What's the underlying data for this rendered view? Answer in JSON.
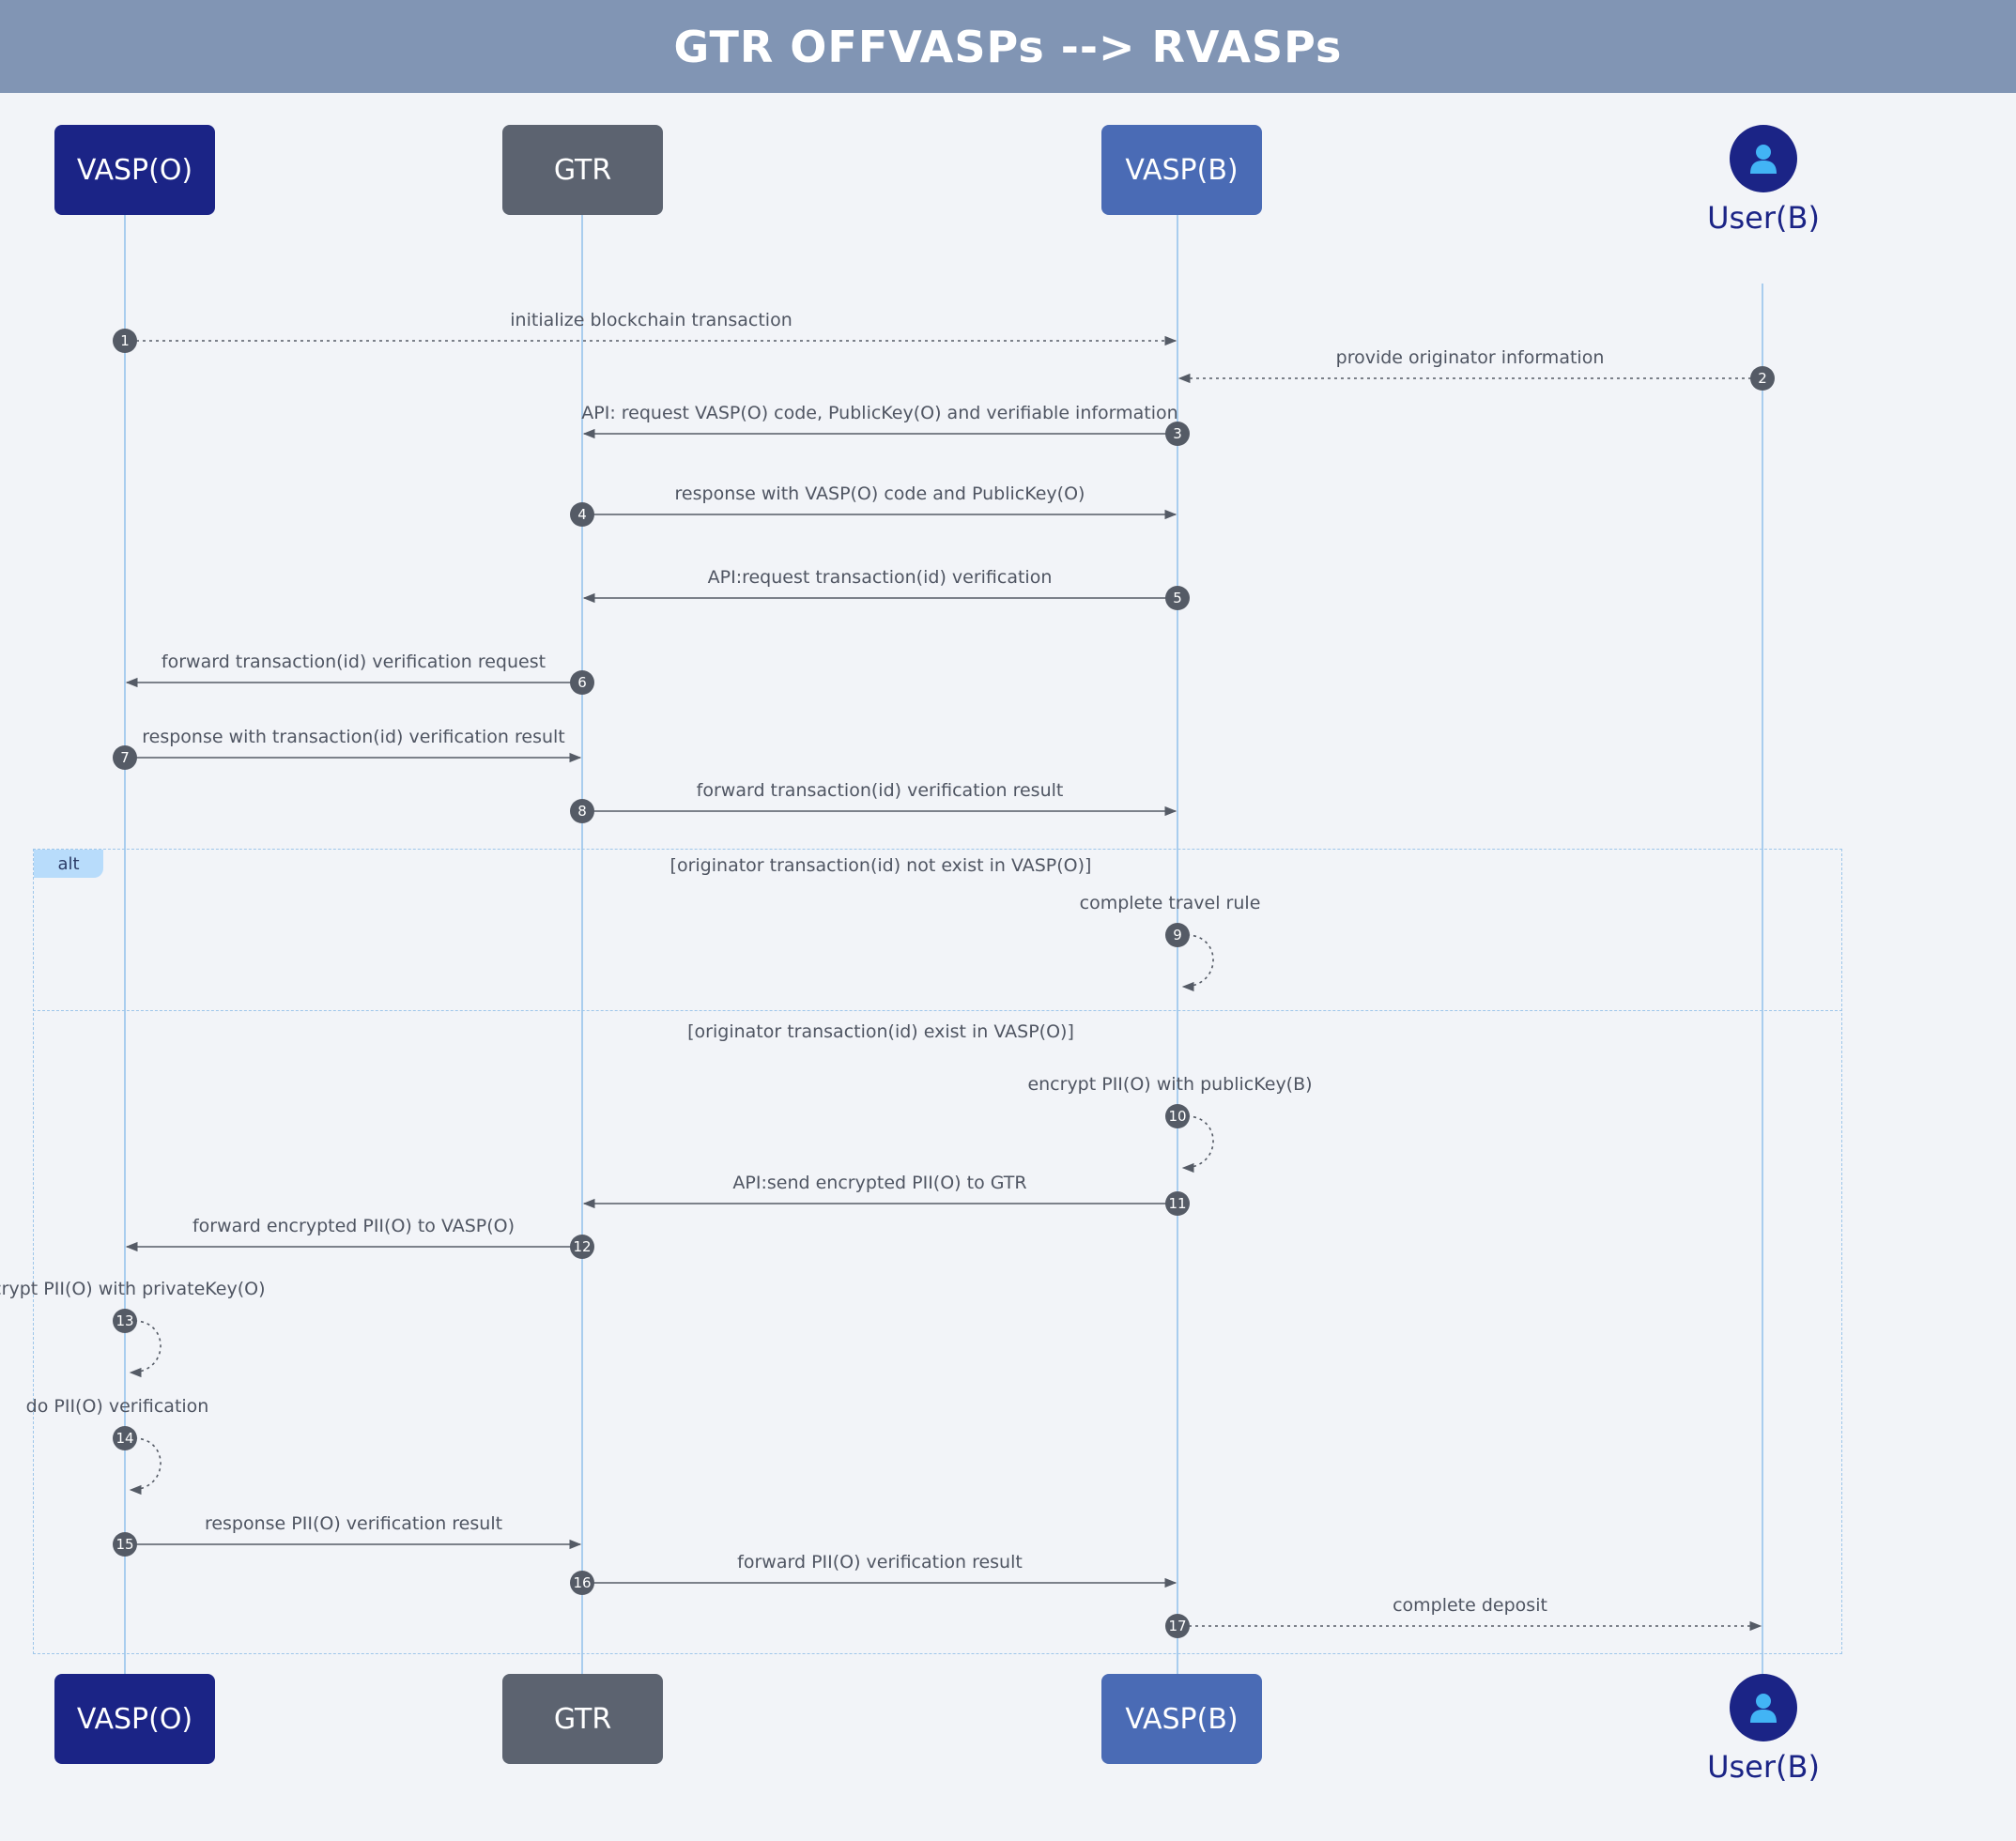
{
  "title": "GTR OFFVASPs --> RVASPs",
  "actors": [
    {
      "id": "vasp-o",
      "label": "VASP(O)",
      "color": "#1b2486"
    },
    {
      "id": "gtr",
      "label": "GTR",
      "color": "#5c6370"
    },
    {
      "id": "vasp-b",
      "label": "VASP(B)",
      "color": "#4a6bb5"
    },
    {
      "id": "user-b",
      "label": "User(B)",
      "color": "#1b2486"
    }
  ],
  "messages": [
    {
      "step": "1",
      "from": 0,
      "to": 2,
      "label": "initialize blockchain transaction",
      "style": "dotted"
    },
    {
      "step": "2",
      "from": 3,
      "to": 2,
      "label": "provide originator information",
      "style": "dotted"
    },
    {
      "step": "3",
      "from": 2,
      "to": 1,
      "label": "API: request VASP(O) code, PublicKey(O) and verifiable information",
      "style": "solid"
    },
    {
      "step": "4",
      "from": 1,
      "to": 2,
      "label": "response with VASP(O) code and PublicKey(O)",
      "style": "solid"
    },
    {
      "step": "5",
      "from": 2,
      "to": 1,
      "label": "API:request transaction(id) verification",
      "style": "solid"
    },
    {
      "step": "6",
      "from": 1,
      "to": 0,
      "label": "forward transaction(id) verification request",
      "style": "solid"
    },
    {
      "step": "7",
      "from": 0,
      "to": 1,
      "label": "response with transaction(id) verification result",
      "style": "solid"
    },
    {
      "step": "8",
      "from": 1,
      "to": 2,
      "label": "forward transaction(id) verification result",
      "style": "solid"
    },
    {
      "step": "9",
      "from": 2,
      "to": 2,
      "label": "complete travel rule",
      "style": "self"
    },
    {
      "step": "10",
      "from": 2,
      "to": 2,
      "label": "encrypt PII(O) with publicKey(B)",
      "style": "self"
    },
    {
      "step": "11",
      "from": 2,
      "to": 1,
      "label": "API:send encrypted PII(O) to GTR",
      "style": "solid"
    },
    {
      "step": "12",
      "from": 1,
      "to": 0,
      "label": "forward encrypted PII(O) to VASP(O)",
      "style": "solid"
    },
    {
      "step": "13",
      "from": 0,
      "to": 0,
      "label": "decrypt PII(O) with privateKey(O)",
      "style": "self"
    },
    {
      "step": "14",
      "from": 0,
      "to": 0,
      "label": "do PII(O) verification",
      "style": "self"
    },
    {
      "step": "15",
      "from": 0,
      "to": 1,
      "label": "response PII(O) verification result",
      "style": "solid"
    },
    {
      "step": "16",
      "from": 1,
      "to": 2,
      "label": "forward PII(O) verification result",
      "style": "solid"
    },
    {
      "step": "17",
      "from": 2,
      "to": 3,
      "label": "complete deposit",
      "style": "dotted"
    }
  ],
  "alt": {
    "tag": "alt",
    "guards": [
      "[originator transaction(id) not exist in VASP(O)]",
      "[originator transaction(id) exist in VASP(O)]"
    ]
  },
  "colors": {
    "lifeline": "#a9cdee",
    "arrow": "#555b66",
    "badge": "#555b66",
    "alt_frame": "#9ec6ea",
    "user_icon": "#42b4f5"
  }
}
